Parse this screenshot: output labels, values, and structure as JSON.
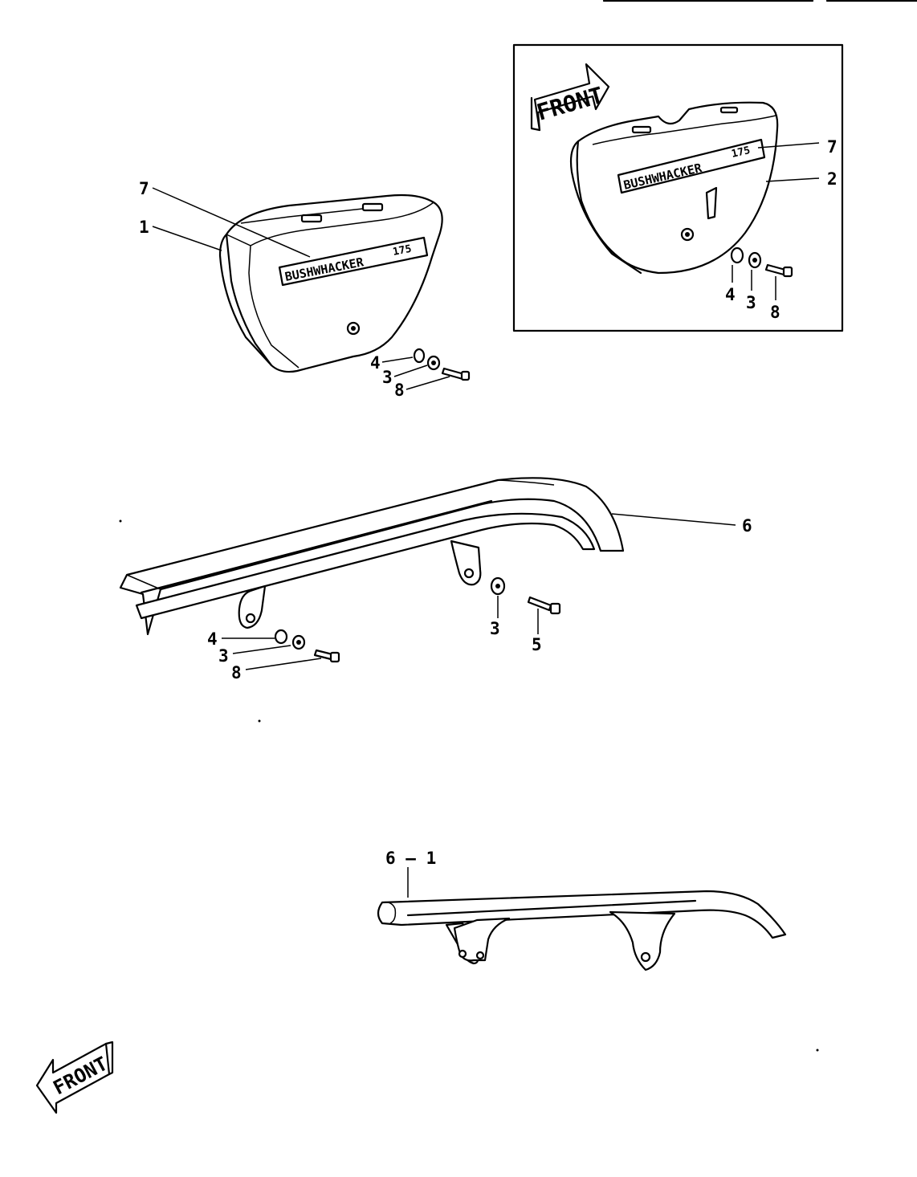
{
  "front_arrow_label": "FRONT",
  "emblem": {
    "name": "BUSHWHACKER",
    "model": "175"
  },
  "callouts": {
    "main_cover": {
      "emblem": "7",
      "cover": "1",
      "grommet": "4",
      "collar": "3",
      "bolt": "8"
    },
    "inset_cover": {
      "emblem": "7",
      "cover": "2",
      "grommet": "4",
      "collar": "3",
      "bolt": "8"
    },
    "chain_guard": {
      "guard": "6",
      "grommet": "4",
      "collar_left": "3",
      "bolt_left": "8",
      "collar_right": "3",
      "bolt_right": "5"
    },
    "alt_guard": {
      "guard": "6 – 1"
    }
  }
}
